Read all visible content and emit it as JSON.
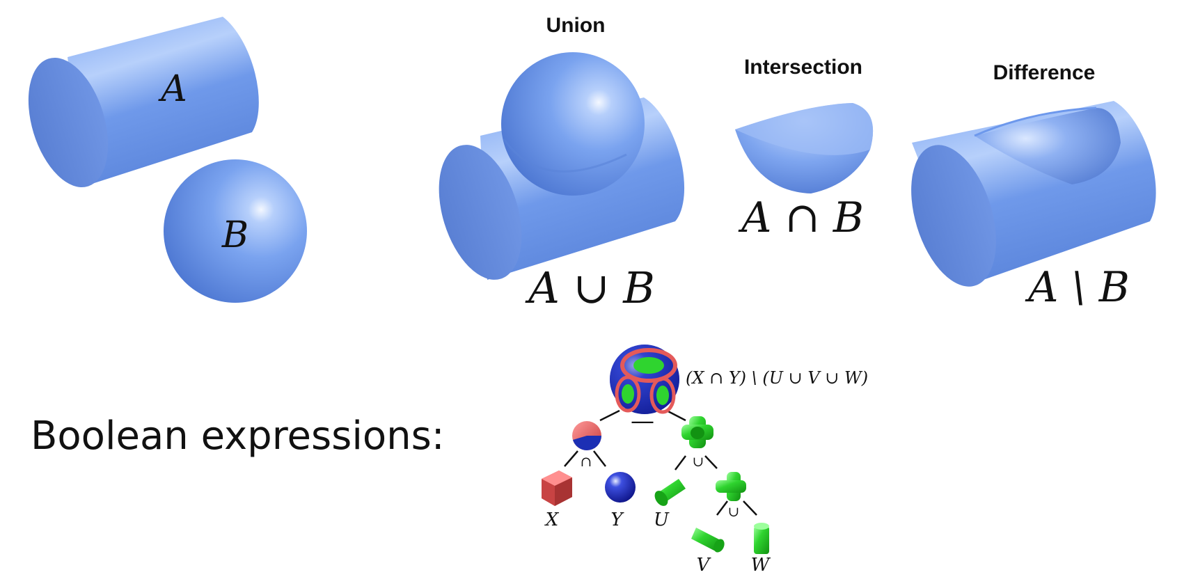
{
  "operand_labels": {
    "a": "A",
    "b": "B"
  },
  "operations": {
    "union": {
      "title": "Union",
      "expression": "A ∪ B"
    },
    "intersection": {
      "title": "Intersection",
      "expression": "A ∩ B"
    },
    "difference": {
      "title": "Difference",
      "expression": "A \\ B"
    }
  },
  "boolean_expressions": {
    "title": "Boolean expressions:",
    "root_expression": "(X ∩ Y) \\ (U ∪ V ∪ W)",
    "operators": {
      "minus": "—",
      "intersect": "∩",
      "union": "∪"
    },
    "leaves": {
      "x": "X",
      "y": "Y",
      "u": "U",
      "v": "V",
      "w": "W"
    }
  },
  "colors": {
    "solid_blue": "#6d98ec",
    "solid_blue_dark": "#4a72cc",
    "solid_blue_light": "#d6e6ff",
    "csg_red": "#e45a5a",
    "csg_blue": "#1c2fb4",
    "csg_green": "#2fd42f"
  }
}
